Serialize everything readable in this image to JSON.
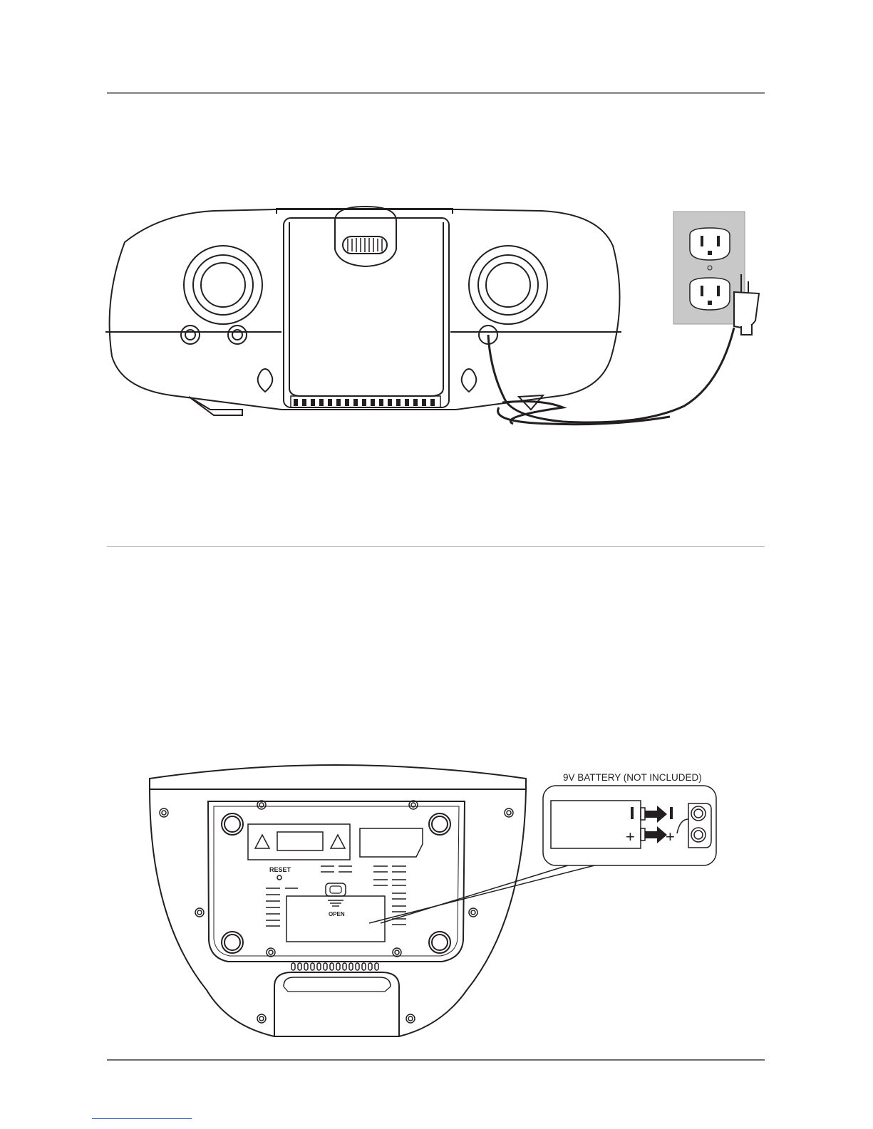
{
  "rear_view": {
    "figure_name": "unit-rear-view-with-power-cord"
  },
  "bottom_view": {
    "reset_label": "RESET",
    "open_label": "OPEN",
    "battery_callout_title": "9V BATTERY (NOT INCLUDED)",
    "battery_minus": "–",
    "battery_plus": "+"
  },
  "colors": {
    "line": "#231f20",
    "rule": "#9a9a9a",
    "outlet_plate": "#c8c8c8",
    "footer_link": "#3b5cc4"
  }
}
